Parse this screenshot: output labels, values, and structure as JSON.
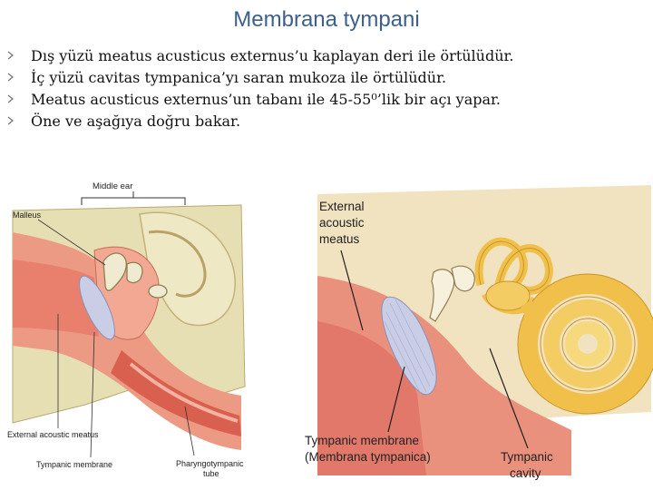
{
  "title": "Membrana tympani",
  "bullets": [
    "Dış yüzü meatus acusticus externus’u kaplayan deri ile örtülüdür.",
    "İç yüzü cavitas tympanica’yı saran mukoza ile örtülüdür.",
    "Meatus acusticus externus’un tabanı ile 45-55⁰’lik bir açı yapar.",
    "Öne ve aşağıya doğru bakar."
  ],
  "left_figure": {
    "labels": {
      "middle_ear": "Middle ear",
      "malleus": "Malleus",
      "external_meatus": "External acoustic meatus",
      "tympanic_membrane": "Tympanic membrane",
      "pharyngo_1": "Pharyngotympanic",
      "pharyngo_2": "tube"
    }
  },
  "right_figure": {
    "labels": {
      "ext_1": "External",
      "ext_2": "acoustic",
      "ext_3": "meatus",
      "tm_1": "Tympanic membrane",
      "tm_2": "(Membrana tympanica)",
      "cav_1": "Tympanic",
      "cav_2": "cavity"
    }
  },
  "colors": {
    "title": "#3d5f8f",
    "bone": "#e7dfb4",
    "tissue": "#e8806d",
    "membrane": "#c9cde6",
    "cochlea": "#f0c04a"
  }
}
